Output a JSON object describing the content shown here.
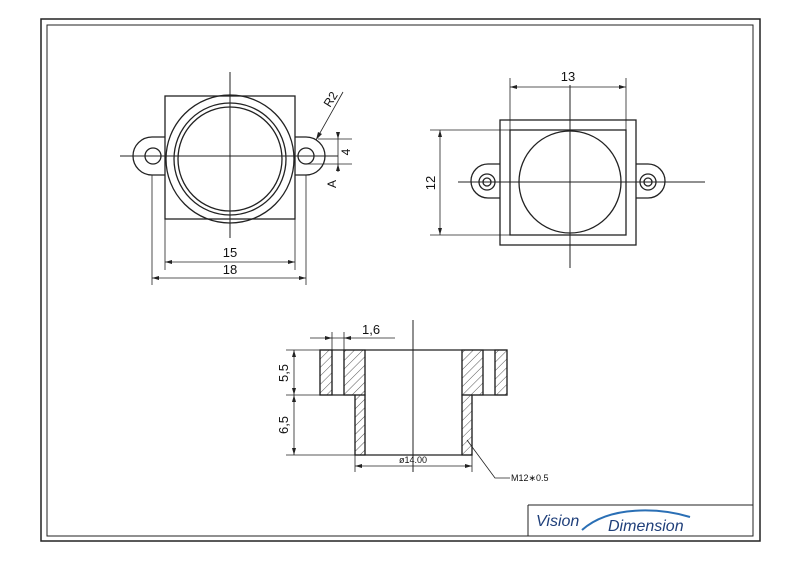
{
  "drawing": {
    "top_view": {
      "dim_width_inner": "15",
      "dim_width_outer": "18",
      "dim_radius": "R2",
      "dim_offset": "4",
      "label_point": "A"
    },
    "right_view": {
      "dim_width": "13",
      "dim_height": "12"
    },
    "section_view": {
      "dim_flange": "1,6",
      "dim_upper": "5,5",
      "dim_lower": "6,5",
      "dim_diameter": "ø14.00",
      "dim_thread": "M12∗0.5"
    }
  },
  "title_block": {
    "brand_word_1": "Vision",
    "brand_word_2": "Dimension",
    "brand_color": "#1f3f7a",
    "swoosh_color": "#2a6fb5"
  }
}
